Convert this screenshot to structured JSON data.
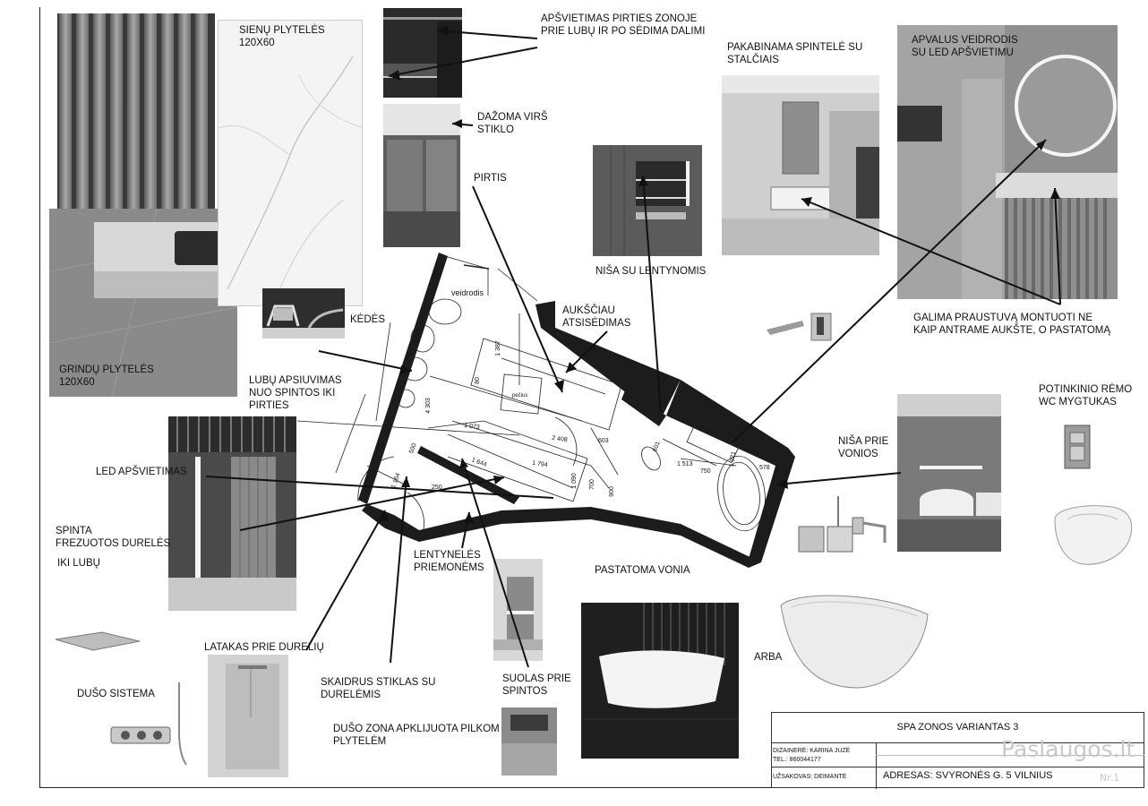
{
  "labels": {
    "sienu_plyteles": [
      "SIENŲ PLYTELĖS",
      "120X60"
    ],
    "apsvietimas_pirties": [
      "APŠVIETIMAS PIRTIES ZONOJE",
      "PRIE LUBŲ IR PO SĖDIMA DALIMI"
    ],
    "dazoma": [
      "DAŽOMA VIRŠ",
      "STIKLO"
    ],
    "pirtis": [
      "PIRTIS"
    ],
    "pakabinama": [
      "PAKABINAMA SPINTELĖ SU",
      "STALČIAIS"
    ],
    "apvalus": [
      "APVALUS VEIDRODIS",
      "SU LED APŠVIETIMU"
    ],
    "kedes": [
      "KĖDĖS"
    ],
    "aukstiau": [
      "AUKŠČIAU",
      "ATSISĖDIMAS"
    ],
    "nisa_lentynomis": [
      "NIŠA SU LENTYNOMIS"
    ],
    "galima": [
      "GALIMA PRAUSTUVĄ MONTUOTI NE",
      "KAIP ANTRAME AUKŠTE, O PASTATOMĄ"
    ],
    "grindu": [
      "GRINDŲ PLYTELĖS",
      "120X60"
    ],
    "lubu": [
      "LUBŲ APSIUVIMAS",
      "NUO SPINTOS IKI",
      "PIRTIES"
    ],
    "potinkinio": [
      "POTINKINIO RĖMO",
      "WC MYGTUKAS"
    ],
    "nisa_vonios": [
      "NIŠA PRIE",
      "VONIOS"
    ],
    "led": [
      "LED APŠVIETIMAS"
    ],
    "spinta": [
      "SPINTA",
      "FREZUOTOS DURELĖS"
    ],
    "iki_lubu": [
      "IKI LUBŲ"
    ],
    "lentyneles": [
      "LENTYNELĖS",
      "PRIEMONĖMS"
    ],
    "pastatoma": [
      "PASTATOMA VONIA"
    ],
    "arba": [
      "ARBA"
    ],
    "latakas": [
      "LATAKAS PRIE DURELIŲ"
    ],
    "duso_sistema": [
      "DUŠO SISTEMA"
    ],
    "skaidrus": [
      "SKAIDRUS STIKLAS SU",
      "DURELĖMIS"
    ],
    "suolas": [
      "SUOLAS PRIE",
      "SPINTOS"
    ],
    "duso_zona": [
      "DUŠO ZONA APKLIJUOTA PILKOM",
      "PLYTELĖM"
    ]
  },
  "plan": {
    "veidrodis": "veidrodis",
    "pecius": "pečius",
    "dims": [
      "1 387",
      "80",
      "4 303",
      "1 073",
      "2 408",
      "603",
      "1 794",
      "1 090",
      "700",
      "900",
      "1 644",
      "1 164",
      "250",
      "500",
      "601",
      "1 513",
      "1 021",
      "750",
      "578"
    ]
  },
  "title_block": {
    "project": "SPA ZONOS VARIANTAS 3",
    "designer": "DIZAINERĖ: KARINA JUZĖ",
    "tel": "TEL.: 860044177",
    "client": "UŽSAKOVAS: DEIMANTĖ",
    "address": "ADRESAS: SVYRONĖS G. 5 VILNIUS"
  },
  "watermark": {
    "brand": "Paslaugos.lt",
    "sub": "Nr.1"
  },
  "colors": {
    "line": "#111111",
    "wall": "#1c1c1c",
    "paper": "#ffffff"
  }
}
